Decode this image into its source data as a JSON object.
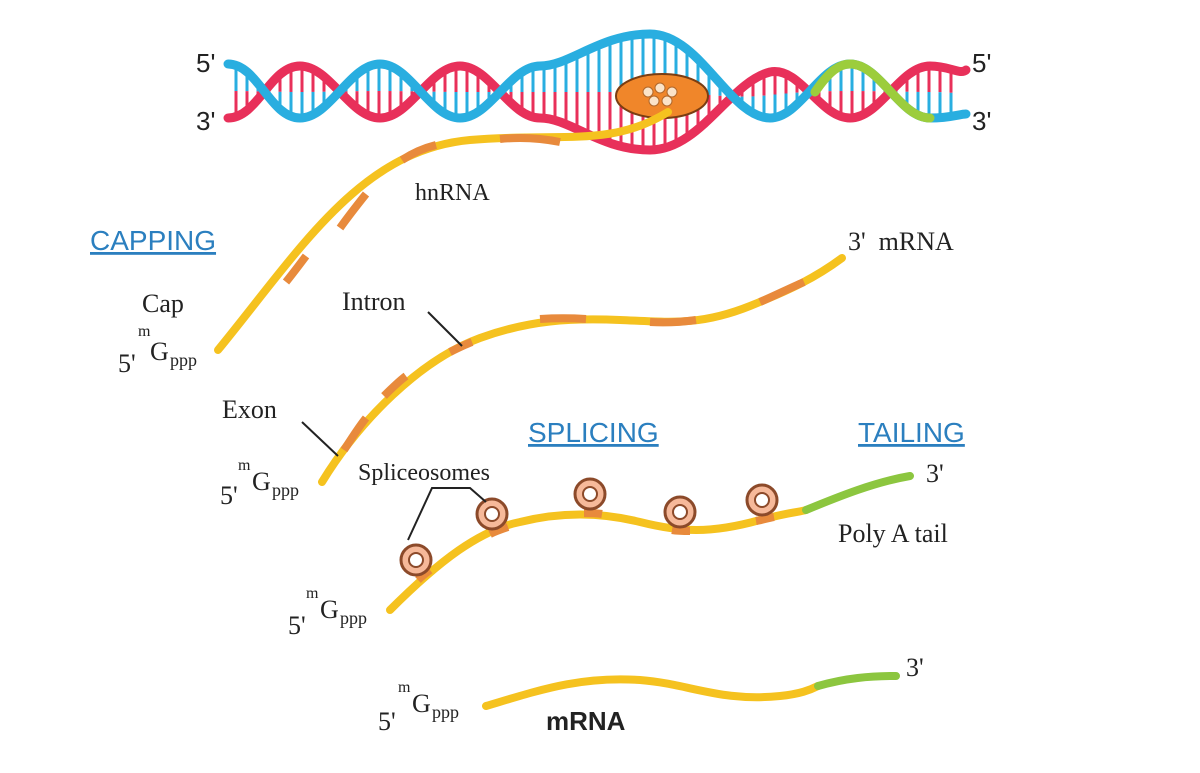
{
  "colors": {
    "strand_blue": "#29aee0",
    "strand_red": "#e8305a",
    "strand_green": "#9ccd3c",
    "rna_yellow": "#f5c21f",
    "intron_orange": "#e88a3c",
    "tail_green": "#8cc63f",
    "polymerase": "#f0862a",
    "spliceosome_fill": "#f6b99a",
    "spliceosome_ring": "#8c4a2a",
    "heading_blue": "#2b7fbf"
  },
  "dna": {
    "left_top_label": "5'",
    "left_bottom_label": "3'",
    "right_top_label": "5'",
    "right_bottom_label": "3'"
  },
  "hnrna": {
    "label": "hnRNA"
  },
  "capping": {
    "title": "CAPPING",
    "cap_label": "Cap",
    "five_prime": "5'",
    "cap_m": "m",
    "cap_g": "G",
    "cap_ppp": "ppp"
  },
  "mrna_precursor": {
    "three_prime_label": "3'  mRNA",
    "intron_label": "Intron",
    "exon_label": "Exon",
    "five_prime": "5'",
    "cap_m": "m",
    "cap_g": "G",
    "cap_ppp": "ppp"
  },
  "splicing": {
    "title": "SPLICING",
    "spliceosomes_label": "Spliceosomes",
    "five_prime": "5'",
    "cap_m": "m",
    "cap_g": "G",
    "cap_ppp": "ppp"
  },
  "tailing": {
    "title": "TAILING",
    "three_prime": "3'",
    "poly_a_label": "Poly A tail"
  },
  "mature_mrna": {
    "label": "mRNA",
    "five_prime": "5'",
    "three_prime": "3'",
    "cap_m": "m",
    "cap_g": "G",
    "cap_ppp": "ppp"
  }
}
